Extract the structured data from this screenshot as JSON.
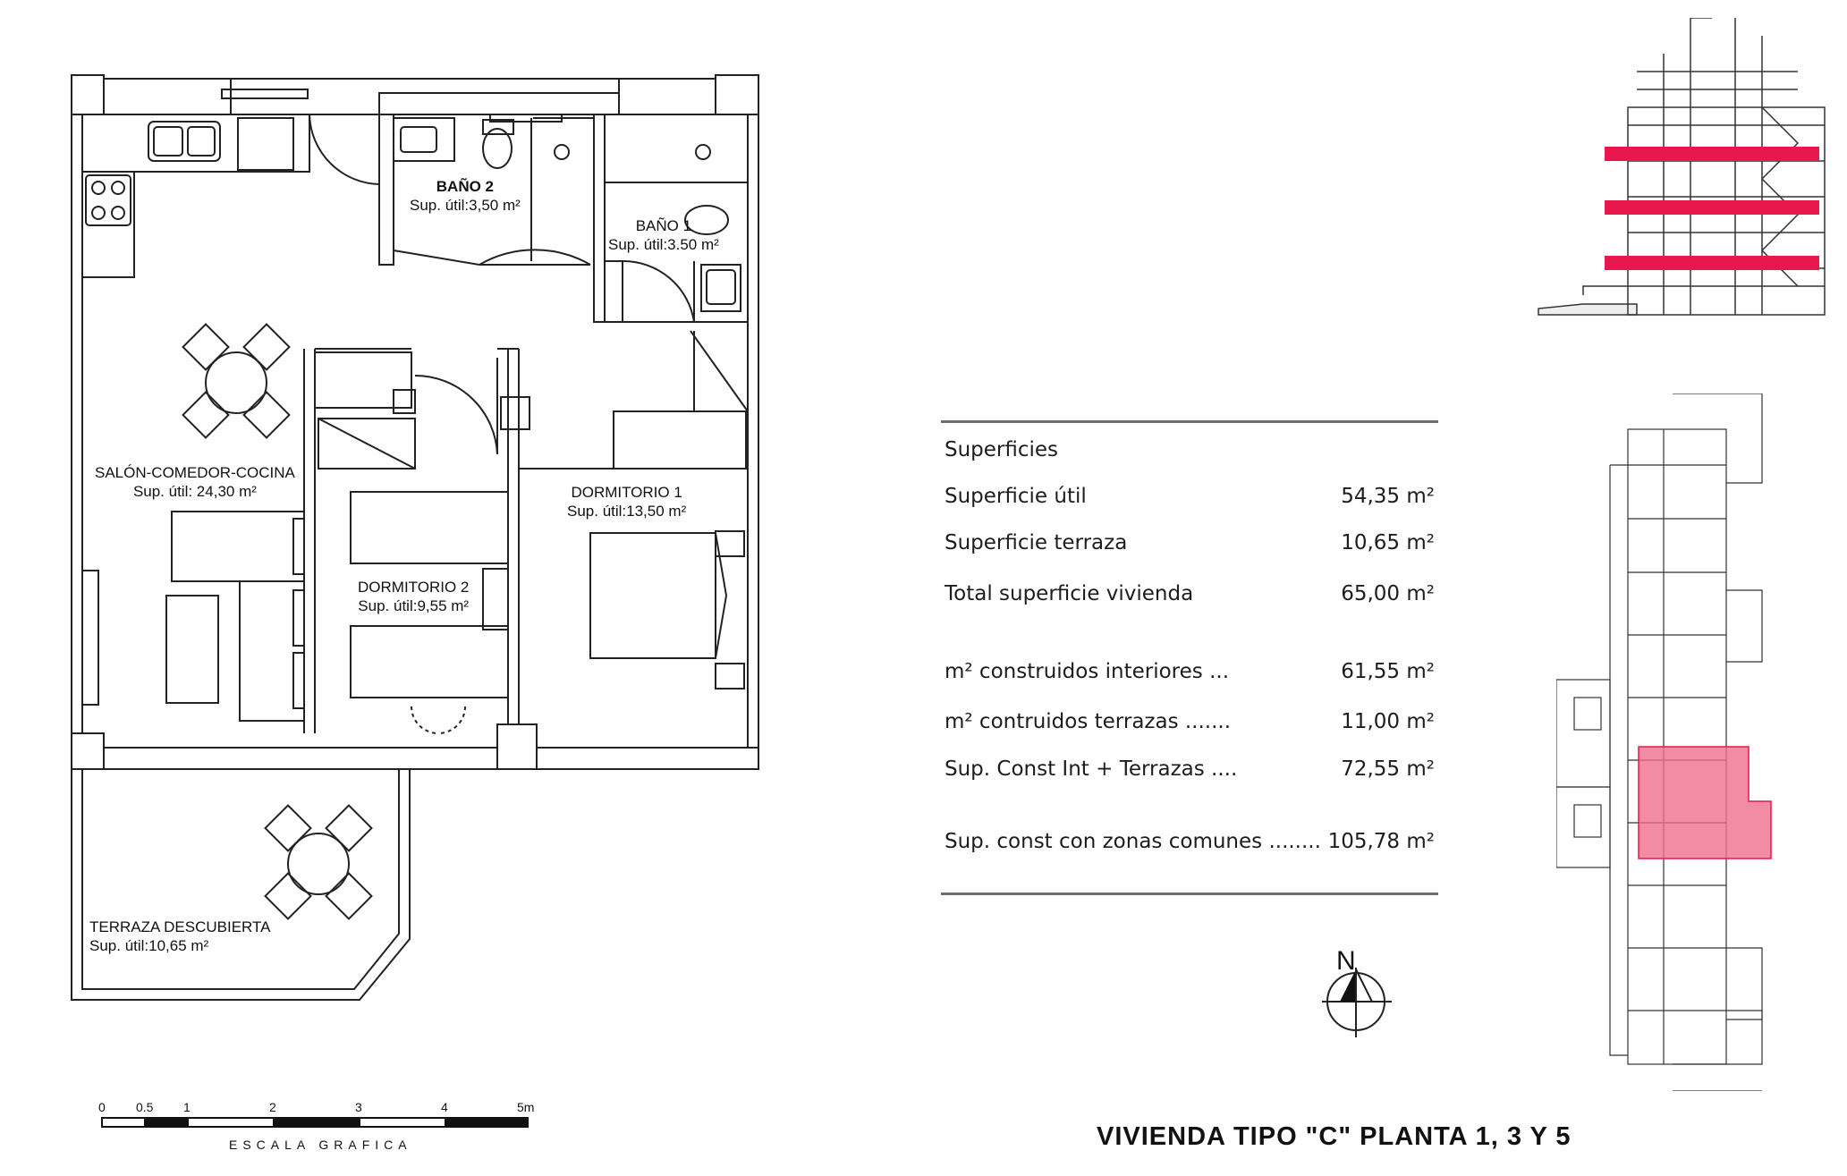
{
  "rooms": {
    "bano2": {
      "name": "BAÑO 2",
      "area": "Sup. útil:3,50 m²"
    },
    "bano1": {
      "name": "BAÑO 1",
      "area": "Sup. útil:3.50 m²"
    },
    "salon": {
      "name": "SALÓN-COMEDOR-COCINA",
      "area": "Sup. útil: 24,30 m²"
    },
    "dormitorio1": {
      "name": "DORMITORIO 1",
      "area": "Sup. útil:13,50 m²"
    },
    "dormitorio2": {
      "name": "DORMITORIO 2",
      "area": "Sup. útil:9,55 m²"
    },
    "terraza": {
      "name": "TERRAZA DESCUBIERTA",
      "area": "Sup. útil:10,65 m²"
    }
  },
  "scale": {
    "ticks": [
      "0",
      "0.5",
      "1",
      "2",
      "3",
      "4",
      "5m"
    ],
    "caption": "ESCALA GRAFICA"
  },
  "surfaces": {
    "heading": "Superficies",
    "rows": [
      {
        "label": "Superficie útil",
        "value": "54,35 m²"
      },
      {
        "label": "Superficie terraza",
        "value": "10,65 m²"
      },
      {
        "label": "Total superficie vivienda",
        "value": "65,00 m²"
      },
      {
        "label": "m² construidos interiores ...",
        "value": "61,55 m²"
      },
      {
        "label": "m² contruidos terrazas .......",
        "value": "11,00 m²"
      },
      {
        "label": "Sup. Const Int + Terrazas ....",
        "value": "72,55 m²"
      },
      {
        "label": "Sup. const con zonas comunes ........",
        "value": "105,78 m²"
      }
    ]
  },
  "compass": {
    "letter": "N"
  },
  "title": "VIVIENDA TIPO \"C\" PLANTA 1, 3 Y 5",
  "colors": {
    "highlight": "#e8174d",
    "highlight_fill": "#ef6f8f",
    "line": "#222222",
    "rule": "#6d6d6d"
  }
}
